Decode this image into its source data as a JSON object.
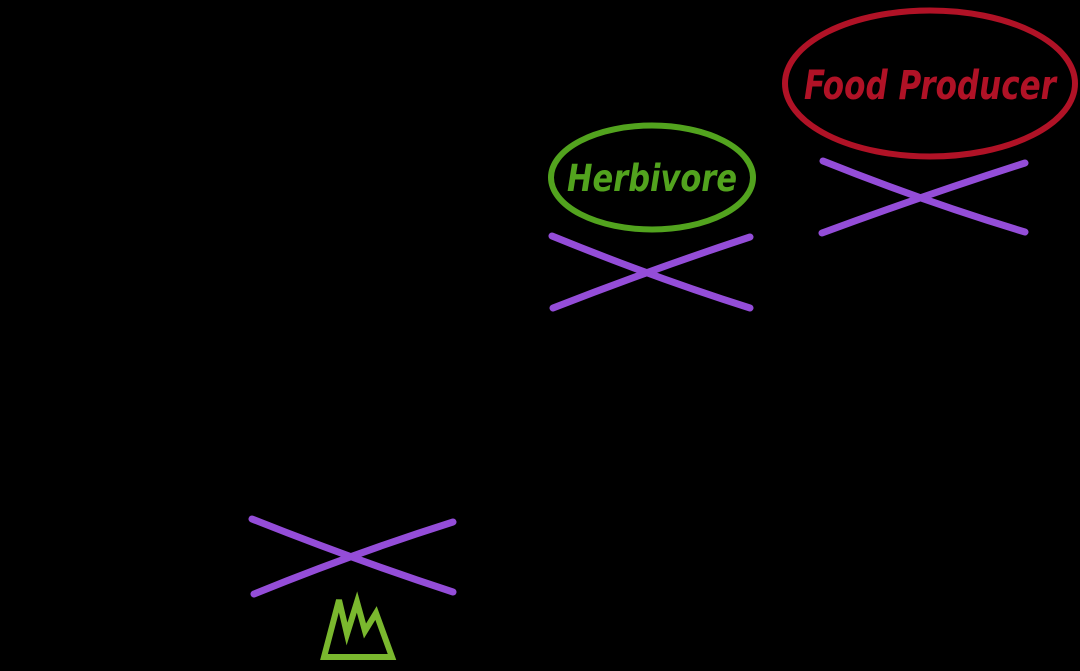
{
  "canvas": {
    "background": "#000000"
  },
  "labels": {
    "food_producer": "Food Producer",
    "herbivore": "Herbivore"
  },
  "colors": {
    "food_producer_red": "#b01226",
    "herbivore_green": "#52a31e",
    "cross_purple": "#944dd8",
    "crown_green": "#7ab82e"
  },
  "icons": {
    "cross": "x-mark",
    "crown": "crown"
  }
}
